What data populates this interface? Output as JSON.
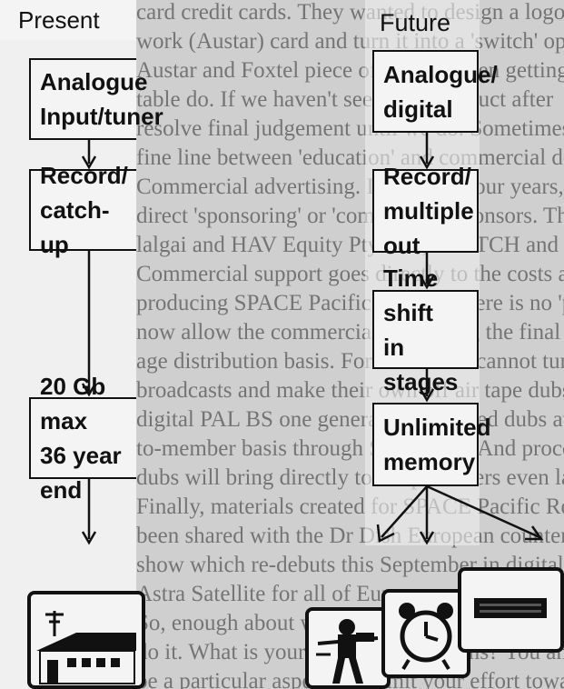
{
  "present": {
    "heading": "Present",
    "steps": [
      {
        "line1": "Analogue",
        "line2": "Input/tuner"
      },
      {
        "line1": "Record/",
        "line2": "catch-up"
      },
      {
        "line1": "20 Gb max",
        "line2": "36 year end"
      }
    ],
    "icon": "house-with-antenna-icon"
  },
  "future": {
    "heading": "Future",
    "steps": [
      {
        "line1": "Analogue/",
        "line2": "digital"
      },
      {
        "line1": "Record/",
        "line2": "multiple out"
      },
      {
        "line1": "Time shift",
        "line2": "in stages"
      },
      {
        "line1": "Unlimited",
        "line2": "memory"
      }
    ],
    "icons": [
      "soldier-icon",
      "alarm-clock-icon",
      "tape-cassette-icon"
    ]
  },
  "background_text": [
    "card credit cards. They wanted to design a logo to",
    "work (Austar) card and turn it into a 'switch' operatio",
    "Austar and Foxtel piece of plastic. Then getting th",
    "table do. If we haven't seen their product after",
    "resolve final judgement until we do. Sometimes there is",
    "fine line between 'education' and commercial delivery.",
    "Commercial advertising. In the first four years, the",
    "direct 'sponsoring' or 'commercial' sponsors. Th",
    "lalgai and HAV Equity Pty Ltd., SAFTCH and SP",
    "Commercial support goes directly to the costs associated",
    "producing SPACE Pacific Report - there is no 'profit' or",
    "now allow the commercial firm doing the final edit",
    "age distribution basis. For those who cannot tune",
    "broadcasts and make their own off air tape dubs, there",
    "digital PAL BS one generation removed dubs available",
    "to-member basis through SAFACTS. And processing these",
    "dubs will bring directly to the producers even larger",
    "Finally, materials created for SPACE Pacific Report",
    "been shared with the Dr Dish European counterpart tele",
    "show which re-debuts this September in digital format",
    "Astra Satellite for all of Europe.",
    "So, enough about who we are, what we do and",
    "do it. What is your industry's problems? You and even",
    "be a particular aspect you limit your effort towards the"
  ]
}
